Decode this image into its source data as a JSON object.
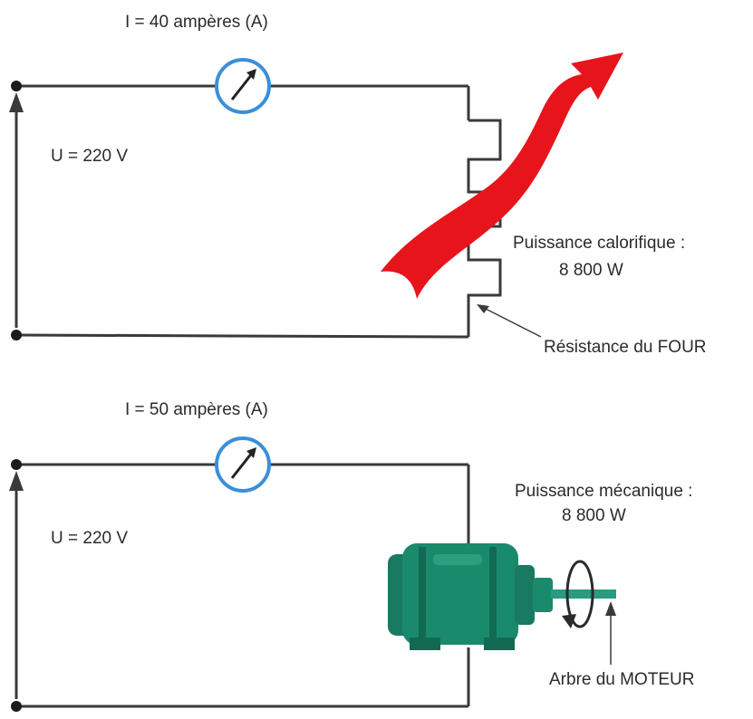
{
  "circuit_furnace": {
    "current_label": "I = 40 ampères (A)",
    "voltage_label": "U = 220 V",
    "power_label_line1": "Puissance calorifique :",
    "power_label_line2": "8 800 W",
    "component_label": "Résistance du FOUR",
    "colors": {
      "heat_arrow": "#e8141c",
      "ammeter": "#3b8fd8"
    }
  },
  "circuit_motor": {
    "current_label": "I = 50 ampères (A)",
    "voltage_label": "U = 220 V",
    "power_label_line1": "Puissance mécanique :",
    "power_label_line2": "8 800 W",
    "component_label": "Arbre du MOTEUR",
    "colors": {
      "motor_body": "#1a8a6c",
      "ammeter": "#3b8fd8"
    }
  }
}
